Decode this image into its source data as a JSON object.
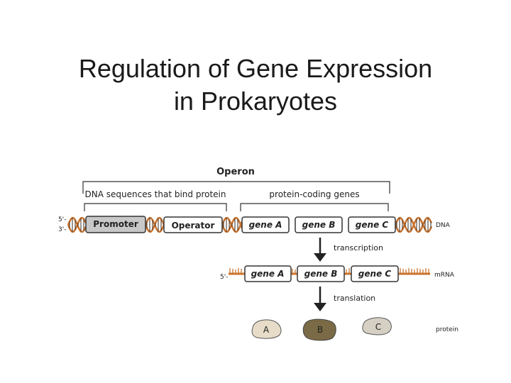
{
  "slide": {
    "title_line1": "Regulation of Gene Expression",
    "title_line2": "in Prokaryotes"
  },
  "diagram": {
    "operon_label": "Operon",
    "binding_region_label": "DNA sequences that bind protein",
    "coding_region_label": "protein-coding genes",
    "dna_end_top": "5'-",
    "dna_end_bottom": "3'-",
    "promoter_label": "Promoter",
    "operator_label": "Operator",
    "dna_genes": [
      "gene A",
      "gene B",
      "gene C"
    ],
    "dna_label": "DNA",
    "transcription_label": "transcription",
    "mrna_end": "5'-",
    "mrna_genes": [
      "gene A",
      "gene B",
      "gene C"
    ],
    "mrna_label": "mRNA",
    "translation_label": "translation",
    "proteins": [
      "A",
      "B",
      "C"
    ],
    "protein_label": "protein",
    "colors": {
      "dna_strand": "#c9732e",
      "dna_rung": "#3a2a1e",
      "promoter_fill": "#c8c8c8",
      "box_stroke": "#333333",
      "mrna": "#c9732e",
      "protein_a": "#e6dcc8",
      "protein_b": "#7a6a45",
      "protein_c": "#d6d0c4"
    }
  }
}
